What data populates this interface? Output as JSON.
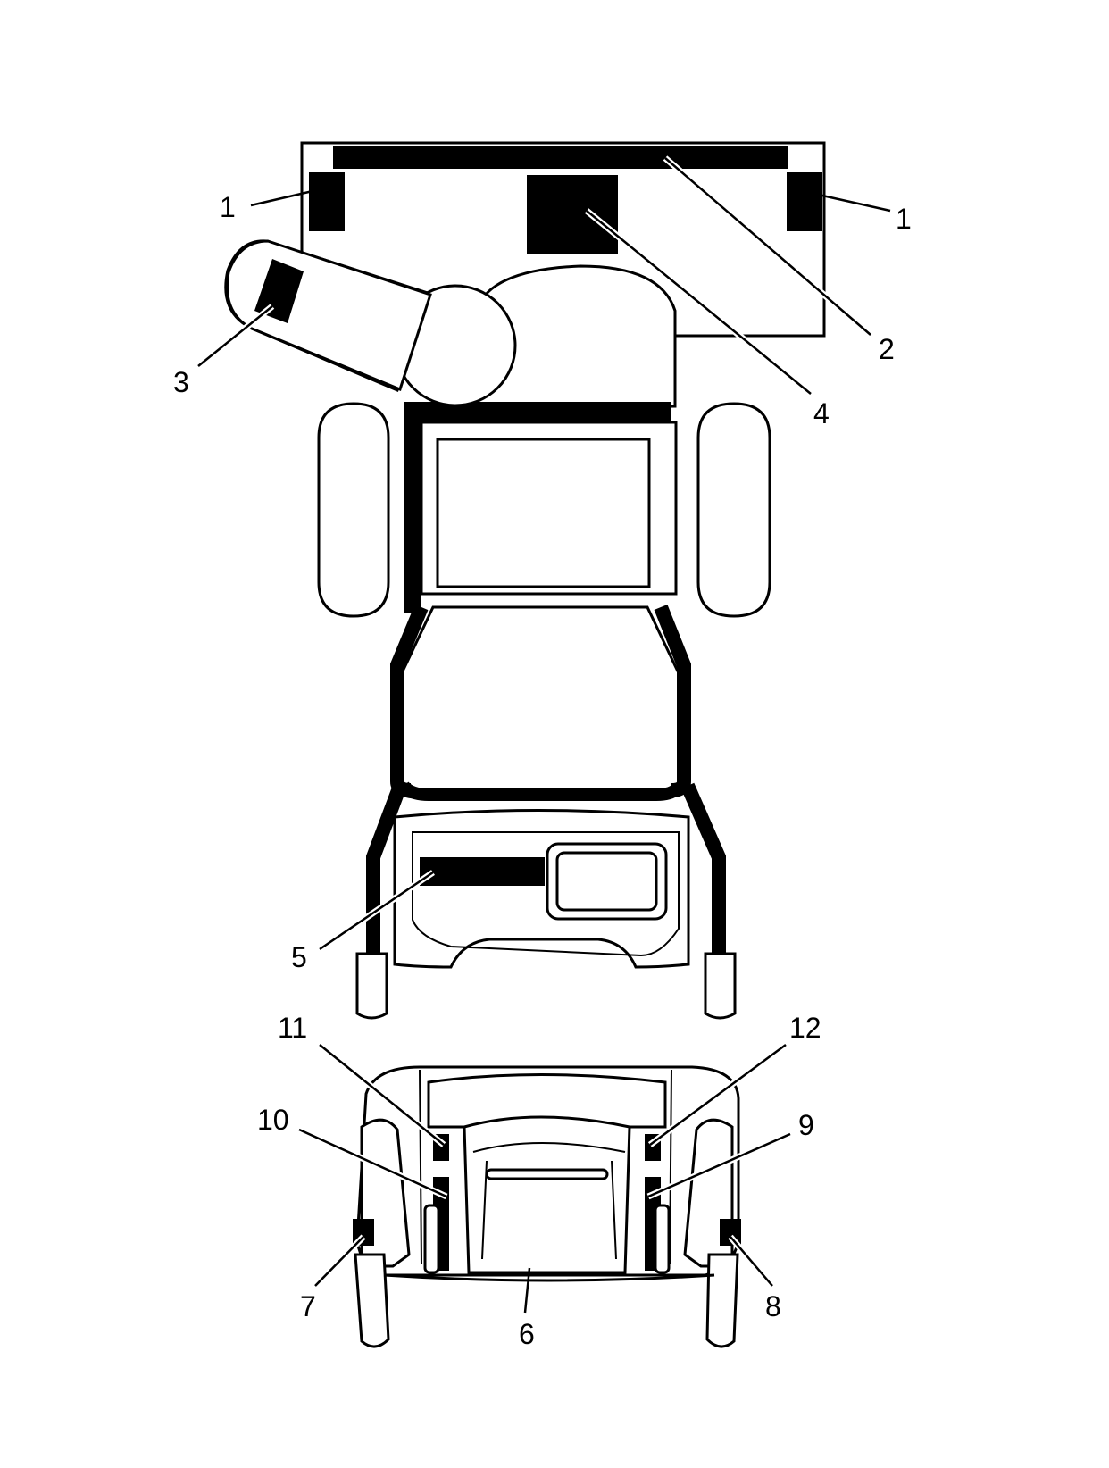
{
  "diagram": {
    "colors": {
      "ink": "#000000",
      "paper": "#ffffff"
    },
    "callouts": {
      "c1_left": "1",
      "c1_right": "1",
      "c2": "2",
      "c3": "3",
      "c4": "4",
      "c5": "5",
      "c6": "6",
      "c7": "7",
      "c8": "8",
      "c9": "9",
      "c10": "10",
      "c11": "11",
      "c12": "12"
    }
  }
}
